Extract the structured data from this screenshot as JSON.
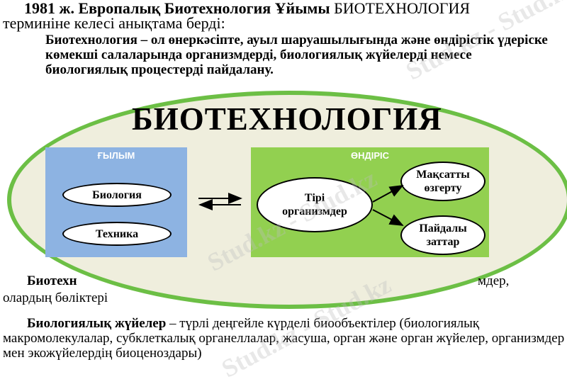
{
  "intro": {
    "bold_part": "1981 ж. Европалық Биотехнология Ұйымы",
    "normal_part": " БИОТЕХНОЛОГИЯ",
    "line2": "терминіне келесі анықтама берді:"
  },
  "definition": "Биотехнология – ол өнеркәсіпте, ауыл шаруашылығында және өндірістік үдеріске көмекші салаларында организмдерді, биологиялық жүйелерді немесе биологиялық процестерді пайдалану.",
  "diagram": {
    "title": "БИОТЕХНОЛОГИЯ",
    "science": {
      "label": "ҒЫЛЫМ",
      "items": [
        "Биология",
        "Техника"
      ]
    },
    "production": {
      "label": "ӨНДІРІС",
      "source": "Тірі организмдер",
      "targets": [
        "Мақсатты өзгерту",
        "Пайдалы заттар"
      ]
    }
  },
  "partial_text": {
    "line1_start": "Биотехн",
    "line1_end": "мдер,",
    "line2_start": "олардың бөліктері"
  },
  "bio_systems": {
    "term": "Биологиялық жүйелер",
    "text": " – түрлі деңгейле күрделі биообъектілер (биологиялық макромолекулалар, субклеткалық органеллалар, жасуша, орган және орган жүйелер, организмдер мен экожүйелердің биоценоздары)"
  },
  "watermark": "Stud.kz - Stud.kz"
}
